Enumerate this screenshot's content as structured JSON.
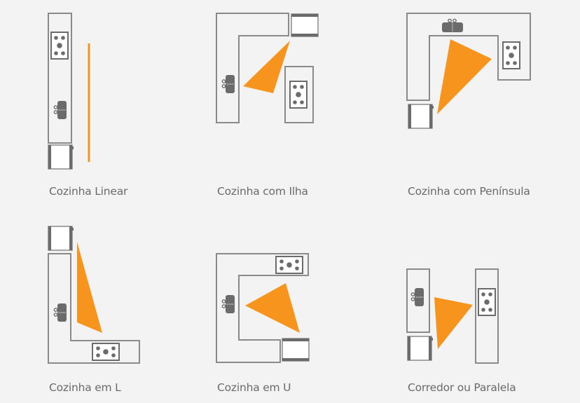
{
  "colors": {
    "background": "#f3f3f3",
    "outline": "#8a8a8a",
    "appliance": "#6b6b6b",
    "work_triangle": "#f7941d",
    "label_text": "#6a6a6a"
  },
  "layouts": [
    {
      "id": "linear",
      "label": "Cozinha Linear",
      "elements": [
        "counter",
        "stove",
        "sink",
        "fridge",
        "work-line"
      ]
    },
    {
      "id": "ilha",
      "label": "Cozinha com Ilha",
      "elements": [
        "l-counter",
        "sink",
        "fridge",
        "island",
        "stove",
        "work-triangle"
      ]
    },
    {
      "id": "peninsula",
      "label": "Cozinha com Península",
      "elements": [
        "u-counter",
        "sink",
        "stove",
        "fridge",
        "work-triangle"
      ]
    },
    {
      "id": "l",
      "label": "Cozinha em L",
      "elements": [
        "l-counter",
        "fridge",
        "sink",
        "stove",
        "work-triangle"
      ]
    },
    {
      "id": "u",
      "label": "Cozinha em U",
      "elements": [
        "u-counter",
        "stove",
        "sink",
        "fridge",
        "work-triangle"
      ]
    },
    {
      "id": "paralela",
      "label": "Corredor ou Paralela",
      "elements": [
        "two-counters",
        "sink",
        "fridge",
        "stove",
        "work-triangle"
      ]
    }
  ]
}
